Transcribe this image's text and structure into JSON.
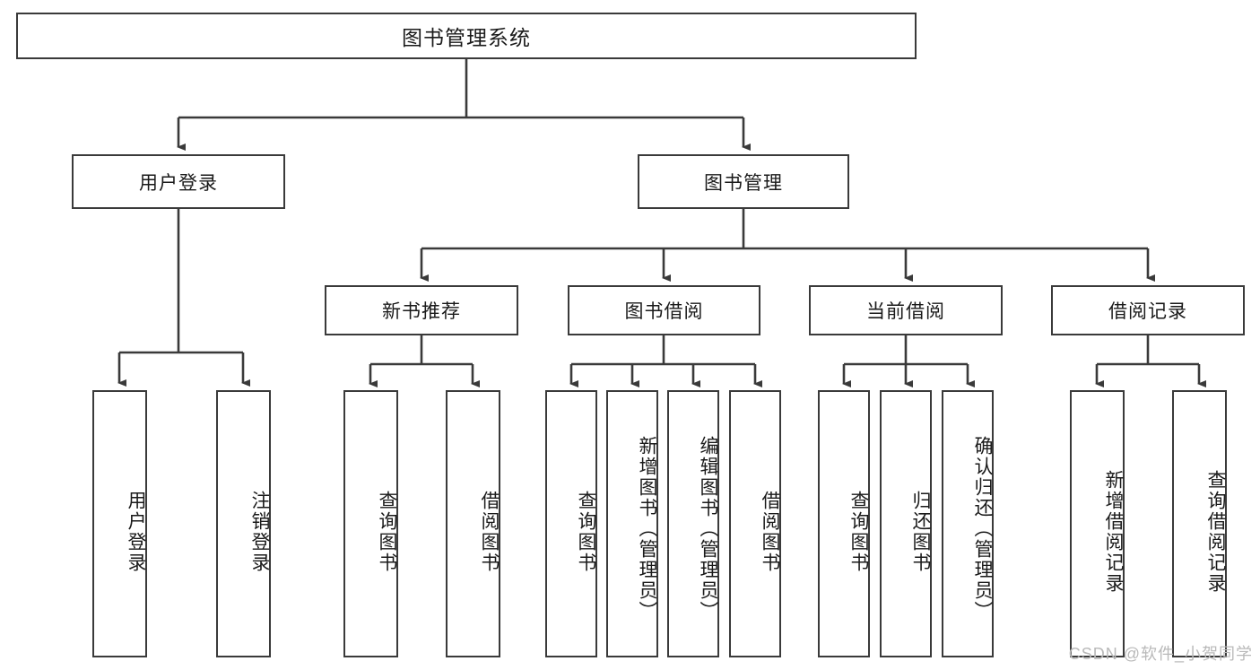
{
  "diagram": {
    "title_node": {
      "label": "图书管理系统"
    },
    "level2": [
      {
        "id": "user-login",
        "label": "用户登录"
      },
      {
        "id": "book-manage",
        "label": "图书管理"
      }
    ],
    "level3": [
      {
        "id": "new-book-recommend",
        "label": "新书推荐"
      },
      {
        "id": "book-borrow",
        "label": "图书借阅"
      },
      {
        "id": "current-borrow",
        "label": "当前借阅"
      },
      {
        "id": "borrow-record",
        "label": "借阅记录"
      }
    ],
    "leaves": [
      {
        "id": "leaf-user-login",
        "label": "用户登录"
      },
      {
        "id": "leaf-logout",
        "label": "注销登录"
      },
      {
        "id": "leaf-query-book-1",
        "label": "查询图书"
      },
      {
        "id": "leaf-borrow-book-1",
        "label": "借阅图书"
      },
      {
        "id": "leaf-query-book-2",
        "label": "查询图书"
      },
      {
        "id": "leaf-add-book",
        "label": "新增图书（管理员）"
      },
      {
        "id": "leaf-edit-book",
        "label": "编辑图书（管理员）"
      },
      {
        "id": "leaf-borrow-book-2",
        "label": "借阅图书"
      },
      {
        "id": "leaf-query-book-3",
        "label": "查询图书"
      },
      {
        "id": "leaf-return-book",
        "label": "归还图书"
      },
      {
        "id": "leaf-confirm-return",
        "label": "确认归还（管理员）"
      },
      {
        "id": "leaf-add-borrow-record",
        "label": "新增借阅记录"
      },
      {
        "id": "leaf-query-borrow-record",
        "label": "查询借阅记录"
      }
    ],
    "watermark": "CSDN @软件_小贺同学",
    "colors": {
      "border": "#3a3a3a",
      "text": "#1a1a1a",
      "background": "#ffffff",
      "watermark": "#b9b9b9"
    }
  }
}
